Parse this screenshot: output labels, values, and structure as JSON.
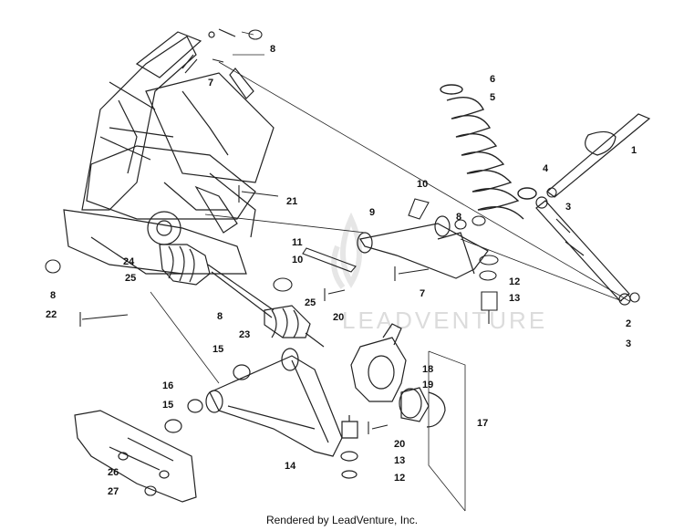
{
  "watermark": {
    "text": "LEADVENTURE"
  },
  "footer": {
    "text": "Rendered by LeadVenture, Inc."
  },
  "callouts": [
    {
      "id": "c1",
      "label": "1"
    },
    {
      "id": "c2",
      "label": "2"
    },
    {
      "id": "c3a",
      "label": "3"
    },
    {
      "id": "c3b",
      "label": "3"
    },
    {
      "id": "c4",
      "label": "4"
    },
    {
      "id": "c5",
      "label": "5"
    },
    {
      "id": "c6",
      "label": "6"
    },
    {
      "id": "c7a",
      "label": "7"
    },
    {
      "id": "c7b",
      "label": "7"
    },
    {
      "id": "c8a",
      "label": "8"
    },
    {
      "id": "c8b",
      "label": "8"
    },
    {
      "id": "c8c",
      "label": "8"
    },
    {
      "id": "c8d",
      "label": "8"
    },
    {
      "id": "c9",
      "label": "9"
    },
    {
      "id": "c10a",
      "label": "10"
    },
    {
      "id": "c10b",
      "label": "10"
    },
    {
      "id": "c11",
      "label": "11"
    },
    {
      "id": "c12a",
      "label": "12"
    },
    {
      "id": "c12b",
      "label": "12"
    },
    {
      "id": "c13a",
      "label": "13"
    },
    {
      "id": "c13b",
      "label": "13"
    },
    {
      "id": "c14",
      "label": "14"
    },
    {
      "id": "c15a",
      "label": "15"
    },
    {
      "id": "c15b",
      "label": "15"
    },
    {
      "id": "c16",
      "label": "16"
    },
    {
      "id": "c17",
      "label": "17"
    },
    {
      "id": "c18",
      "label": "18"
    },
    {
      "id": "c19",
      "label": "19"
    },
    {
      "id": "c20a",
      "label": "20"
    },
    {
      "id": "c20b",
      "label": "20"
    },
    {
      "id": "c21",
      "label": "21"
    },
    {
      "id": "c22",
      "label": "22"
    },
    {
      "id": "c23",
      "label": "23"
    },
    {
      "id": "c24",
      "label": "24"
    },
    {
      "id": "c25a",
      "label": "25"
    },
    {
      "id": "c25b",
      "label": "25"
    },
    {
      "id": "c26",
      "label": "26"
    },
    {
      "id": "c27",
      "label": "27"
    }
  ]
}
